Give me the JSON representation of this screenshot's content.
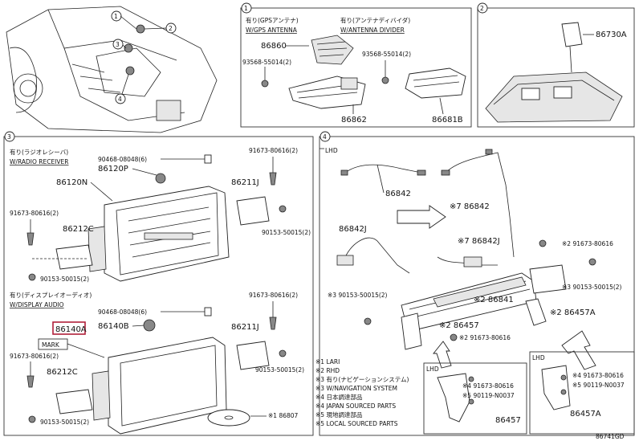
{
  "sections": {
    "s1": "1",
    "s2": "2",
    "s3": "3",
    "s4": "4"
  },
  "gps": {
    "jp": "有り(GPSアンテナ)",
    "en": "W/GPS ANTENNA",
    "part1": "86860",
    "clip": "93568-55014(2)"
  },
  "divider": {
    "jp": "有り(アンテナディバイダ)",
    "en": "W/ANTENNA DIVIDER",
    "clip": "93568-55014(2)",
    "part": "86681B"
  },
  "sec1_part": "86862",
  "sec2_part": "86730A",
  "radio": {
    "jp": "有り(ラジオレシーバ)",
    "en": "W/RADIO RECEIVER",
    "p1": "90468-08048(6)",
    "p2": "86120P",
    "p3": "86120N",
    "p4": "91673-80616(2)",
    "p5": "86211J",
    "p6": "91673-80616(2)",
    "p7": "86212C",
    "p8": "90153-50015(2)",
    "p9": "90153-50015(2)"
  },
  "display": {
    "jp": "有り(ディスプレイオーディオ)",
    "en": "W/DISPLAY AUDIO",
    "p1": "90468-08048(6)",
    "p2": "86140A",
    "p3": "86140B",
    "mark": "MARK",
    "p4": "91673-80616(2)",
    "p5": "86211J",
    "p6": "91673-80616(2)",
    "p7": "86212C",
    "p8": "90153-50015(2)",
    "p9": "90153-50015(2)",
    "disc": "※1 86807"
  },
  "sec4": {
    "lhd": "LHD",
    "p1": "86842",
    "p2": "※7 86842",
    "p3": "86842J",
    "p4": "※7 86842J",
    "p5": "※2 91673-80616",
    "p6": "※3 90153-50015(2)",
    "p7": "※3 90153-50015(2)",
    "p8": "※2 86841",
    "p9": "※2 86457A",
    "p10": "※2 86457",
    "p11": "※2 91673-80616"
  },
  "lhd_boxes": {
    "a": {
      "title": "LHD",
      "p1": "※4 91673-80616",
      "p2": "※5 90119-N0037",
      "part": "86457"
    },
    "b": {
      "title": "LHD",
      "p1": "※4 91673-80616",
      "p2": "※5 90119-N0037",
      "part": "86457A"
    }
  },
  "legend": [
    "※1 LARI",
    "※2 RHD",
    "※3 有り(ナビゲーションシステム)",
    "※3 W/NAVIGATION SYSTEM",
    "※4 日本調達部品",
    "※4 JAPAN SOURCED PARTS",
    "※5 現地調達部品",
    "※5 LOCAL SOURCED PARTS"
  ],
  "doc_id": "86741GD"
}
